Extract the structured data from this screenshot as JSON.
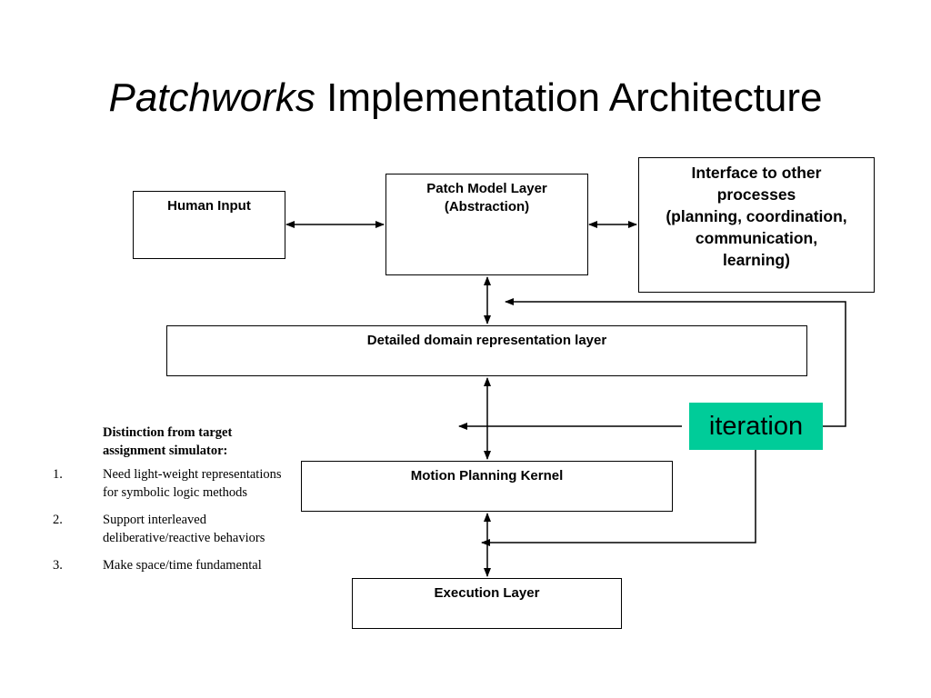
{
  "title": {
    "italic": "Patchworks",
    "rest": " Implementation Architecture"
  },
  "boxes": {
    "human_input": "Human Input",
    "patch_model": "Patch Model Layer\n(Abstraction)",
    "interface": "Interface to other\nprocesses\n(planning, coordination,\ncommunication,\nlearning)",
    "domain_layer": "Detailed domain representation layer",
    "motion_planning": "Motion Planning Kernel",
    "execution": "Execution Layer"
  },
  "iteration": {
    "label": "iteration",
    "color": "#00cc99"
  },
  "notes": {
    "heading": "Distinction from  target assignment simulator:",
    "items": [
      {
        "num": "1.",
        "text": "Need light-weight representations for symbolic logic methods"
      },
      {
        "num": "2.",
        "text": "Support interleaved deliberative/reactive behaviors"
      },
      {
        "num": "3.",
        "text": "Make space/time fundamental"
      }
    ]
  }
}
